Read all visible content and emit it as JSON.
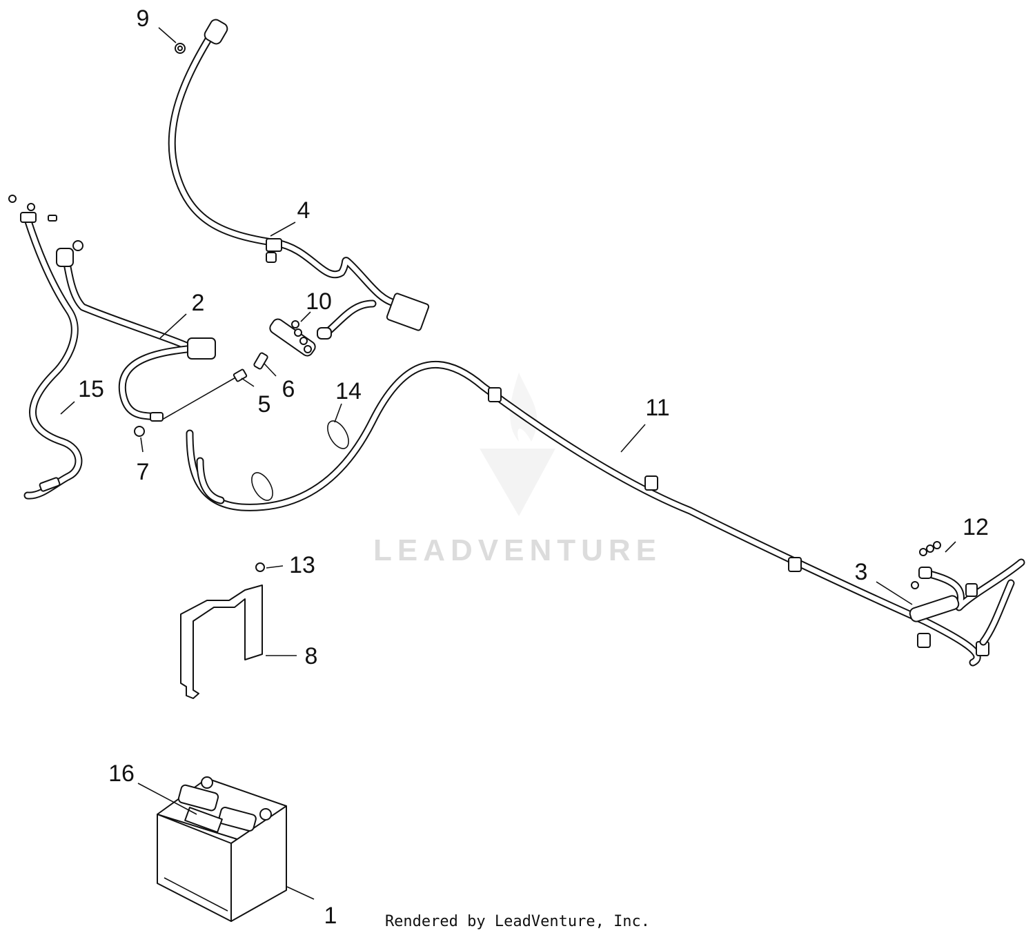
{
  "callouts": [
    {
      "id": "1",
      "text": "1"
    },
    {
      "id": "2",
      "text": "2"
    },
    {
      "id": "3",
      "text": "3"
    },
    {
      "id": "4",
      "text": "4"
    },
    {
      "id": "5",
      "text": "5"
    },
    {
      "id": "6",
      "text": "6"
    },
    {
      "id": "7",
      "text": "7"
    },
    {
      "id": "8",
      "text": "8"
    },
    {
      "id": "9",
      "text": "9"
    },
    {
      "id": "10",
      "text": "10"
    },
    {
      "id": "11",
      "text": "11"
    },
    {
      "id": "12",
      "text": "12"
    },
    {
      "id": "13",
      "text": "13"
    },
    {
      "id": "14",
      "text": "14"
    },
    {
      "id": "15",
      "text": "15"
    },
    {
      "id": "16",
      "text": "16"
    }
  ],
  "watermark": {
    "text": "LEADVENTURE"
  },
  "footer": {
    "text": "Rendered by LeadVenture, Inc."
  }
}
